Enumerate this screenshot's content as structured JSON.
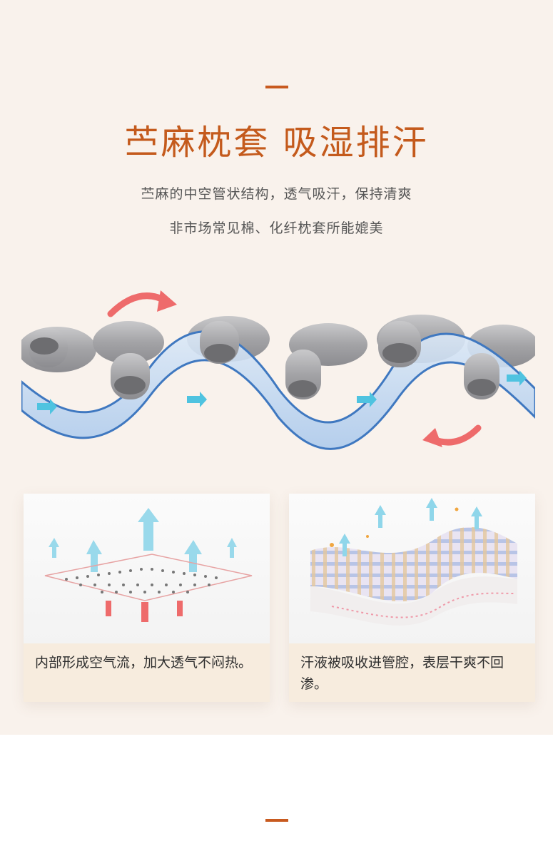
{
  "section1": {
    "title": "苎麻枕套 吸湿排汗",
    "subtitle_line1": "苎麻的中空管状结构，透气吸汗，保持清爽",
    "subtitle_line2": "非市场常见棉、化纤枕套所能媲美"
  },
  "cards": [
    {
      "caption": "内部形成空气流，加大透气不闷热。"
    },
    {
      "caption": "汗液被吸收进管腔，表层干爽不回渗。"
    }
  ],
  "colors": {
    "accent": "#c85a1f",
    "background": "#f9f2ec",
    "fiber": "#a9a9ab",
    "sweat_blue": "#5a8fcf",
    "arrow_red": "#ee6b6b"
  }
}
